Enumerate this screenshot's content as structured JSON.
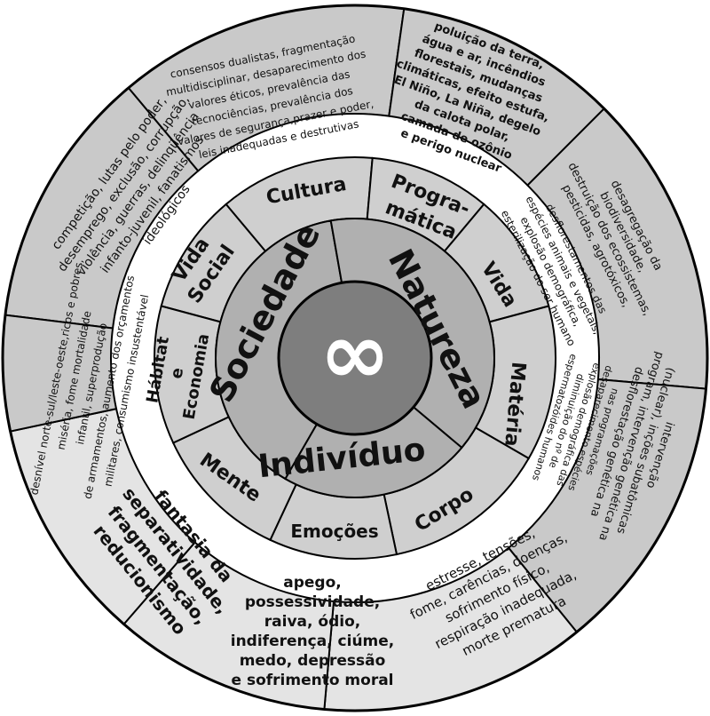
{
  "colors": {
    "outer_dark": "#c9c9c9",
    "outer_light": "#e4e4e4",
    "middle": "#cfcfcf",
    "inner": "#b0b0b0",
    "center": "#7e7e7e",
    "line": "#000000",
    "symbol": "#ffffff"
  },
  "center": {
    "symbol": "∞"
  },
  "inner_ring": {
    "sociedade": "Sociedade",
    "natureza": "Natureza",
    "individuo": "Indivíduo"
  },
  "middle_ring": {
    "cultura": "Cultura",
    "programatica": [
      "Progra-",
      "mática"
    ],
    "vida_natureza": "Vida",
    "materia": "Matéria",
    "corpo": "Corpo",
    "emocoes": "Emoções",
    "mente": "Mente",
    "habitat": [
      "Hábitat",
      "e",
      "Economia"
    ],
    "vida_social": [
      "Vida",
      "Social"
    ]
  },
  "outer_ring": {
    "cultura": [
      "consensos dualistas, fragmentação",
      "multidisciplinar, desaparecimento dos",
      "valores éticos, prevalência das",
      "tecnociências, prevalência dos",
      "valores de segurança,prazer e poder,",
      "leis inadequadas e destrutivas"
    ],
    "programatica": [
      "poluição da terra,",
      "água e ar, incêndios",
      "florestais, mudanças",
      "climáticas, efeito estufa,",
      "El Niño, La Niña, degelo",
      "da calota polar,",
      "camada de ozônio",
      "e perigo nuclear"
    ],
    "vida_a": [
      "desagregação da",
      "biodiversidade,",
      "destruição dos ecossistemas,",
      "pesticidas, agrotóxicos,"
    ],
    "vida_b": [
      "desflorestamentos das",
      "espécies animais e vegetais,",
      "explosão demográfica,",
      "esterilização do ser humano"
    ],
    "materia_a": [
      "intervenção",
      "(nuclear), inções subatômicas",
      "program, intervenção genética na",
      "desflorestação genética na"
    ],
    "materia_b": [
      "nas programações",
      "desaparecimento espécies",
      "explosão demográfica das",
      "diminuição do nº de",
      "espermatozóides humanos"
    ],
    "corpo": [
      "estresse, tensões,",
      "fome, carências, doenças,",
      "sofrimento físico,",
      "respiração inadequada,",
      "morte prematura"
    ],
    "emocoes": [
      "apego,",
      "possessividade,",
      "raiva, ódio,",
      "indiferença, ciúme,",
      "medo, depressão",
      "e sofrimento moral"
    ],
    "mente": [
      "fantasia da",
      "separatividade,",
      "fragmentação,",
      "reducionismo"
    ],
    "habitat": [
      "desnível norte-sul/leste-oeste,ricos e pobres,",
      "miséria, fome mortalidade",
      "infantil, superprodução",
      "de armamentos, aumento dos orçamentos",
      "militares, consumismo insustentável"
    ],
    "vida_social": [
      "competição, lutas pelo poder,",
      "desemprego, exclusão, corrupção,",
      "violência, guerras, delinqüência",
      "infanto-juvenil, fanatismos",
      "ideológicos"
    ]
  }
}
